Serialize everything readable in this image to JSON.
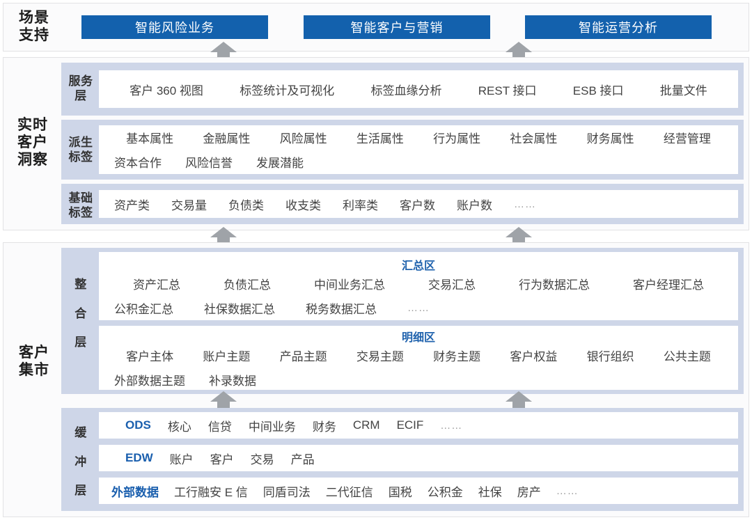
{
  "groups": {
    "scene": "场景\n支持",
    "insight": "实时\n客户\n洞察",
    "mart": "客户\n集市"
  },
  "scene_buttons": [
    {
      "label": "智能风险业务"
    },
    {
      "label": "智能客户与营销"
    },
    {
      "label": "智能运营分析"
    }
  ],
  "layers": {
    "service": {
      "caption": "服务\n层",
      "rows": [
        [
          "客户 360 视图",
          "标签统计及可视化",
          "标签血缘分析",
          "REST 接口",
          "ESB 接口",
          "批量文件"
        ]
      ]
    },
    "derived_tag": {
      "caption": "派生\n标签",
      "rows": [
        [
          "基本属性",
          "金融属性",
          "风险属性",
          "生活属性",
          "行为属性",
          "社会属性",
          "财务属性",
          "经营管理"
        ],
        [
          "资本合作",
          "风险信誉",
          "发展潜能"
        ]
      ]
    },
    "base_tag": {
      "caption": "基础\n标签",
      "rows": [
        [
          "资产类",
          "交易量",
          "负债类",
          "收支类",
          "利率类",
          "客户数",
          "账户数",
          "……"
        ]
      ]
    },
    "integration": {
      "caption": "整\n合\n层",
      "summary": {
        "title": "汇总区",
        "rows": [
          [
            "资产汇总",
            "负债汇总",
            "中间业务汇总",
            "交易汇总",
            "行为数据汇总",
            "客户经理汇总"
          ],
          [
            "公积金汇总",
            "社保数据汇总",
            "税务数据汇总",
            "……"
          ]
        ]
      },
      "detail": {
        "title": "明细区",
        "rows": [
          [
            "客户主体",
            "账户主题",
            "产品主题",
            "交易主题",
            "财务主题",
            "客户权益",
            "银行组织",
            "公共主题"
          ],
          [
            "外部数据主题",
            "补录数据"
          ]
        ]
      }
    },
    "buffer": {
      "caption": "缓\n冲\n层",
      "rows": [
        {
          "lead": "ODS",
          "items": [
            "核心",
            "信贷",
            "中间业务",
            "财务",
            "CRM",
            "ECIF",
            "……"
          ]
        },
        {
          "lead": "EDW",
          "items": [
            "账户",
            "客户",
            "交易",
            "产品"
          ]
        },
        {
          "lead": "外部数据",
          "items": [
            "工行融安 E 信",
            "同盾司法",
            "二代征信",
            "国税",
            "公积金",
            "社保",
            "房产",
            "……"
          ]
        }
      ]
    }
  },
  "colors": {
    "accent_blue": "#1361ad",
    "link_blue": "#1a5fae",
    "band_lavender": "#ced6e8",
    "arrow_gray": "#9fa3a8",
    "panel_bg": "#fbfbfc",
    "text_dark": "#434343"
  }
}
